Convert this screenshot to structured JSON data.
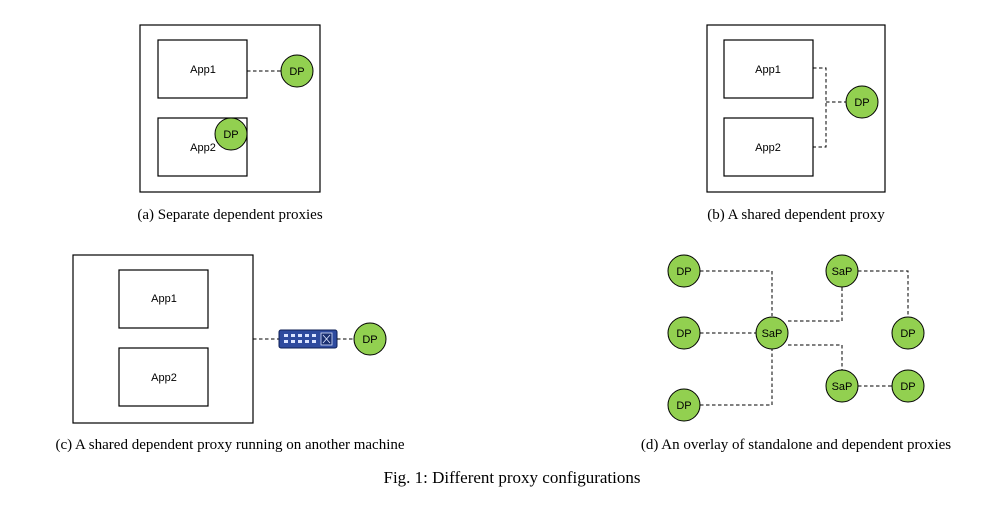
{
  "panels": {
    "a": {
      "caption": "(a) Separate dependent proxies",
      "app1": "App1",
      "app2": "App2",
      "dp1": "DP",
      "dp2": "DP"
    },
    "b": {
      "caption": "(b) A shared dependent proxy",
      "app1": "App1",
      "app2": "App2",
      "dp": "DP"
    },
    "c": {
      "caption": "(c) A shared dependent proxy running on another machine",
      "app1": "App1",
      "app2": "App2",
      "dp": "DP",
      "device_icon": "network-switch-icon"
    },
    "d": {
      "caption": "(d) An overlay of standalone and dependent proxies",
      "dp_top_left": "DP",
      "dp_mid_left": "DP",
      "dp_bottom_left": "DP",
      "sap_center": "SaP",
      "sap_top": "SaP",
      "sap_lower": "SaP",
      "dp_right_mid": "DP",
      "dp_right_lower": "DP"
    }
  },
  "figure_caption": "Fig. 1: Different proxy configurations",
  "colors": {
    "proxy_fill": "#92d050",
    "switch_fill": "#2e4a9e"
  }
}
